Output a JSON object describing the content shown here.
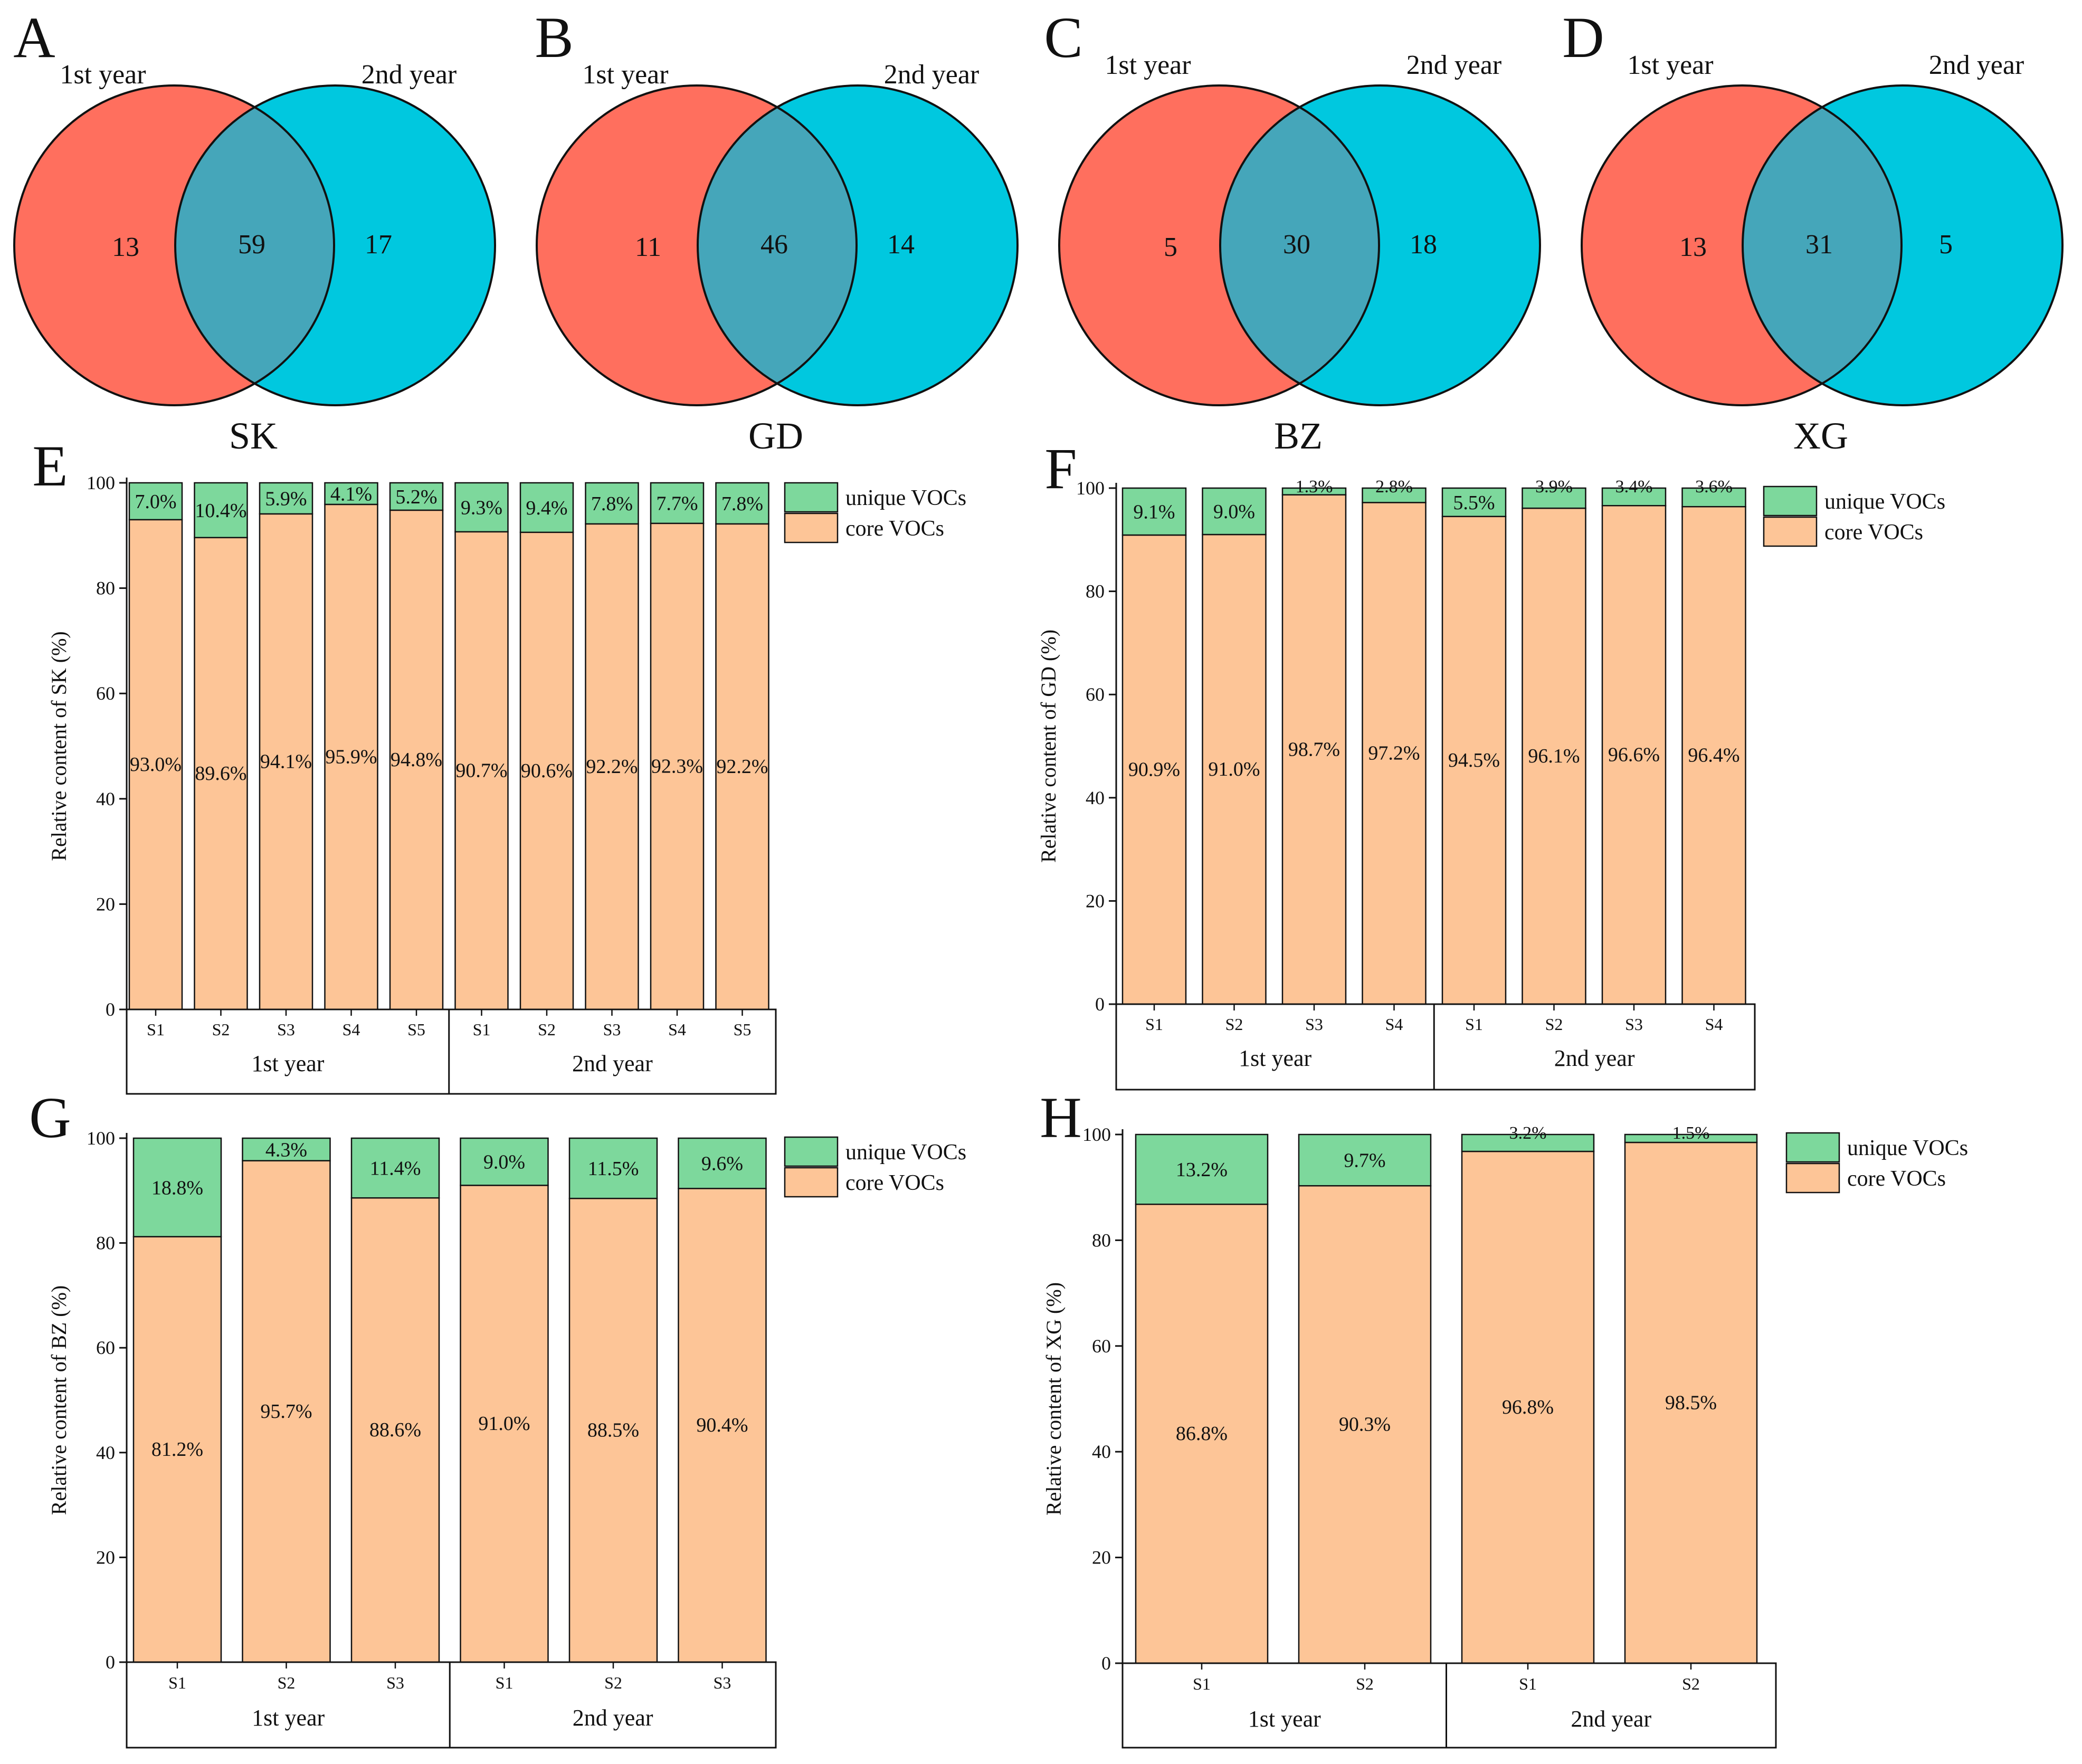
{
  "colors": {
    "red": "#FF6F5E",
    "cyan": "#00C8DF",
    "overlap": "#45A6BA",
    "unique": "#7DD89C",
    "core": "#FDC597",
    "stroke": "#111111"
  },
  "venns": [
    {
      "letter": "A",
      "left_label": "1st year",
      "right_label": "2nd year",
      "left": "13",
      "both": "59",
      "right": "17",
      "site": "SK"
    },
    {
      "letter": "B",
      "left_label": "1st year",
      "right_label": "2nd year",
      "left": "11",
      "both": "46",
      "right": "14",
      "site": "GD"
    },
    {
      "letter": "C",
      "left_label": "1st year",
      "right_label": "2nd year",
      "left": "5",
      "both": "30",
      "right": "18",
      "site": "BZ"
    },
    {
      "letter": "D",
      "left_label": "1st year",
      "right_label": "2nd year",
      "left": "13",
      "both": "31",
      "right": "5",
      "site": "XG"
    }
  ],
  "chart_data": [
    {
      "panel": "E",
      "type": "bar",
      "stacked": true,
      "ylabel": "Relative content of  SK (%)",
      "ylim": [
        0,
        100
      ],
      "yticks": [
        "0",
        "20",
        "40",
        "60",
        "80",
        "100"
      ],
      "categories": [
        "S1",
        "S2",
        "S3",
        "S4",
        "S5",
        "S1",
        "S2",
        "S3",
        "S4",
        "S5"
      ],
      "groups": [
        {
          "label": "1st  year",
          "count": 5
        },
        {
          "label": "2nd year",
          "count": 5
        }
      ],
      "legend": [
        "unique VOCs",
        "core VOCs"
      ],
      "legend_position": "top-right",
      "series": [
        {
          "name": "core VOCs",
          "values": [
            93.0,
            89.6,
            94.1,
            95.9,
            94.8,
            90.7,
            90.6,
            92.2,
            92.3,
            92.2
          ],
          "labels": [
            "93.0%",
            "89.6%",
            "94.1%",
            "95.9%",
            "94.8%",
            "90.7%",
            "90.6%",
            "92.2%",
            "92.3%",
            "92.2%"
          ]
        },
        {
          "name": "unique VOCs",
          "values": [
            7.0,
            10.4,
            5.9,
            4.1,
            5.2,
            9.3,
            9.4,
            7.8,
            7.7,
            7.8
          ],
          "labels": [
            "7.0%",
            "10.4%",
            "5.9%",
            "4.1%",
            "5.2%",
            "9.3%",
            "9.4%",
            "7.8%",
            "7.7%",
            "7.8%"
          ]
        }
      ]
    },
    {
      "panel": "F",
      "type": "bar",
      "stacked": true,
      "ylabel": "Relative content of GD (%)",
      "ylim": [
        0,
        100
      ],
      "yticks": [
        "0",
        "20",
        "40",
        "60",
        "80",
        "100"
      ],
      "categories": [
        "S1",
        "S2",
        "S3",
        "S4",
        "S1",
        "S2",
        "S3",
        "S4"
      ],
      "groups": [
        {
          "label": "1st  year",
          "count": 4
        },
        {
          "label": "2nd year",
          "count": 4
        }
      ],
      "legend": [
        "unique VOCs",
        "core VOCs"
      ],
      "legend_position": "top-right",
      "series": [
        {
          "name": "core VOCs",
          "values": [
            90.9,
            91.0,
            98.7,
            97.2,
            94.5,
            96.1,
            96.6,
            96.4
          ],
          "labels": [
            "90.9%",
            "91.0%",
            "98.7%",
            "97.2%",
            "94.5%",
            "96.1%",
            "96.6%",
            "96.4%"
          ]
        },
        {
          "name": "unique VOCs",
          "values": [
            9.1,
            9.0,
            1.3,
            2.8,
            5.5,
            3.9,
            3.4,
            3.6
          ],
          "labels": [
            "9.1%",
            "9.0%",
            "1.3%",
            "2.8%",
            "5.5%",
            "3.9%",
            "3.4%",
            "3.6%"
          ]
        }
      ]
    },
    {
      "panel": "G",
      "type": "bar",
      "stacked": true,
      "ylabel": "Relative content of BZ (%)",
      "ylim": [
        0,
        100
      ],
      "yticks": [
        "0",
        "20",
        "40",
        "60",
        "80",
        "100"
      ],
      "categories": [
        "S1",
        "S2",
        "S3",
        "S1",
        "S2",
        "S3"
      ],
      "groups": [
        {
          "label": "1st  year",
          "count": 3
        },
        {
          "label": "2nd year",
          "count": 3
        }
      ],
      "legend": [
        "unique VOCs",
        "core VOCs"
      ],
      "legend_position": "top-right",
      "series": [
        {
          "name": "core VOCs",
          "values": [
            81.2,
            95.7,
            88.6,
            91.0,
            88.5,
            90.4
          ],
          "labels": [
            "81.2%",
            "95.7%",
            "88.6%",
            "91.0%",
            "88.5%",
            "90.4%"
          ]
        },
        {
          "name": "unique VOCs",
          "values": [
            18.8,
            4.3,
            11.4,
            9.0,
            11.5,
            9.6
          ],
          "labels": [
            "18.8%",
            "4.3%",
            "11.4%",
            "9.0%",
            "11.5%",
            "9.6%"
          ]
        }
      ]
    },
    {
      "panel": "H",
      "type": "bar",
      "stacked": true,
      "ylabel": "Relative content of XG (%)",
      "ylim": [
        0,
        100
      ],
      "yticks": [
        "0",
        "20",
        "40",
        "60",
        "80",
        "100"
      ],
      "categories": [
        "S1",
        "S2",
        "S1",
        "S2"
      ],
      "groups": [
        {
          "label": "1st  year",
          "count": 2
        },
        {
          "label": "2nd year",
          "count": 2
        }
      ],
      "legend": [
        "unique VOCs",
        "core VOCs"
      ],
      "legend_position": "top-right",
      "series": [
        {
          "name": "core VOCs",
          "values": [
            86.8,
            90.3,
            96.8,
            98.5
          ],
          "labels": [
            "86.8%",
            "90.3%",
            "96.8%",
            "98.5%"
          ]
        },
        {
          "name": "unique VOCs",
          "values": [
            13.2,
            9.7,
            3.2,
            1.5
          ],
          "labels": [
            "13.2%",
            "9.7%",
            "3.2%",
            "1.5%"
          ]
        }
      ]
    }
  ]
}
